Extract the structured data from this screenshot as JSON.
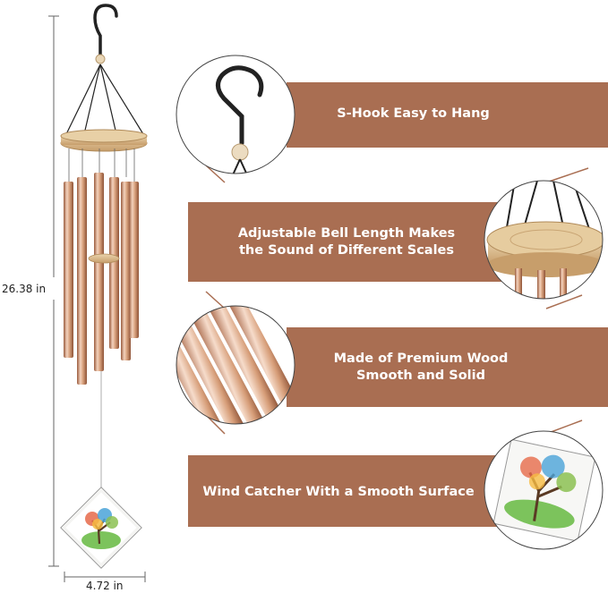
{
  "dimensions": {
    "height_label": "26.38 in",
    "width_label": "4.72 in"
  },
  "features": [
    {
      "lines": [
        "S-Hook Easy to Hang"
      ]
    },
    {
      "lines": [
        "Adjustable Bell Length Makes",
        "the Sound of Different Scales"
      ]
    },
    {
      "lines": [
        "Made of Premium Wood",
        "Smooth and Solid"
      ]
    },
    {
      "lines": [
        "Wind Catcher With a Smooth Surface"
      ]
    }
  ],
  "colors": {
    "banner": "#a96e52",
    "copper_light": "#f3d2bd",
    "copper_mid": "#d9a27e",
    "copper_dark": "#9a5c3e",
    "wood": "#d9b98a",
    "hook": "#222222",
    "circle_border": "#444444"
  }
}
